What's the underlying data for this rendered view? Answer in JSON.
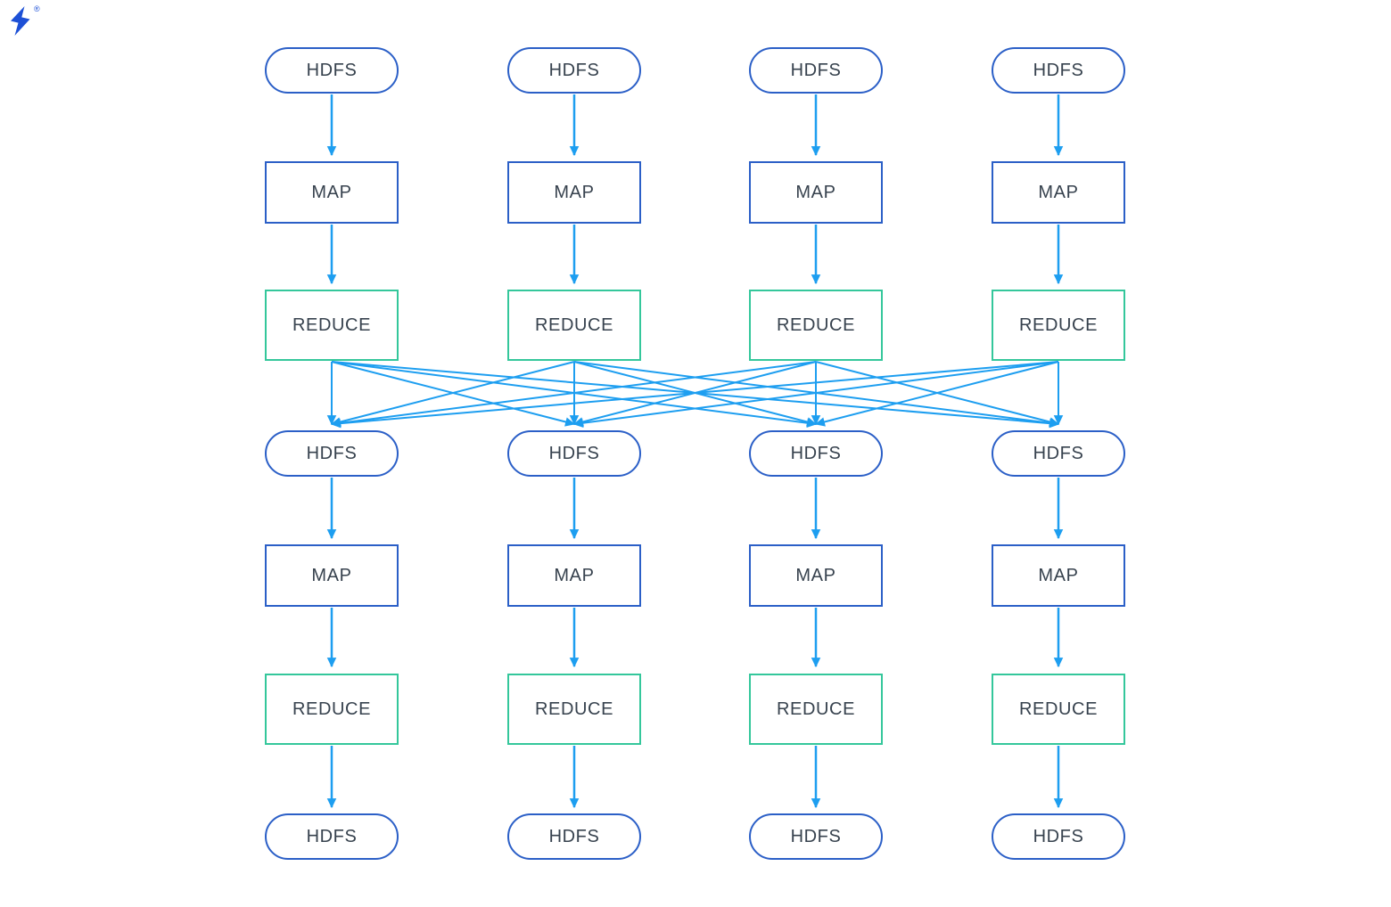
{
  "logo": {
    "icon": "toptal-mark",
    "registered_symbol": "®"
  },
  "colors": {
    "node-blue": "#2b5fc7",
    "node-green": "#34c79b",
    "arrow": "#1d9ef0",
    "text": "#37424e",
    "logo": "#1d50d6",
    "background": "#ffffff"
  },
  "diagram": {
    "columns": 4,
    "rows": [
      {
        "name": "input-hdfs",
        "label": "HDFS"
      },
      {
        "name": "map-phase-1",
        "label": "MAP"
      },
      {
        "name": "reduce-phase-1",
        "label": "REDUCE"
      },
      {
        "name": "shuffle-hdfs",
        "label": "HDFS"
      },
      {
        "name": "map-phase-2",
        "label": "MAP"
      },
      {
        "name": "reduce-phase-2",
        "label": "REDUCE"
      },
      {
        "name": "output-hdfs",
        "label": "HDFS"
      }
    ]
  }
}
